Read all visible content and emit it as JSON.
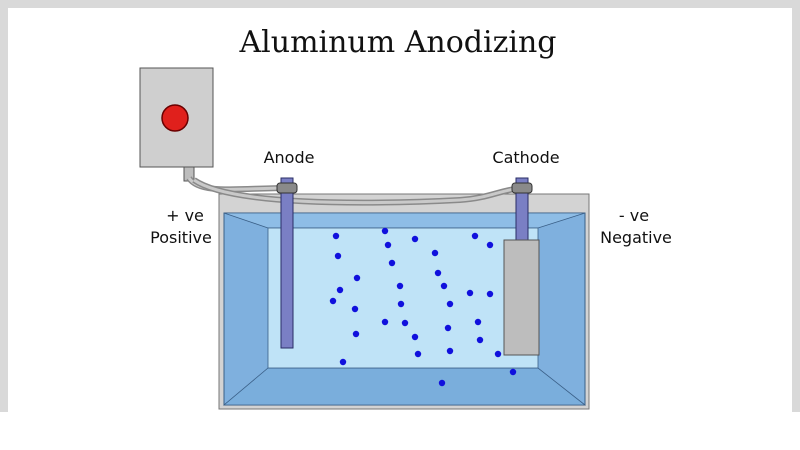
{
  "diagram": {
    "title": "Aluminum Anodizing",
    "anode": {
      "label": "Anode"
    },
    "cathode": {
      "label": "Cathode"
    },
    "positive": {
      "sign": "+ ve",
      "word": "Positive"
    },
    "negative": {
      "sign": "- ve",
      "word": "Negative"
    },
    "colors": {
      "tank_outer": "#7fb0de",
      "tank_inner": "#bfe3f7",
      "tank_wall": "#d3d3d3",
      "electrode": "#7a7fc4",
      "cathode_plate": "#bdbdbd",
      "switch": "#e0201c",
      "ion": "#1010dd"
    }
  }
}
